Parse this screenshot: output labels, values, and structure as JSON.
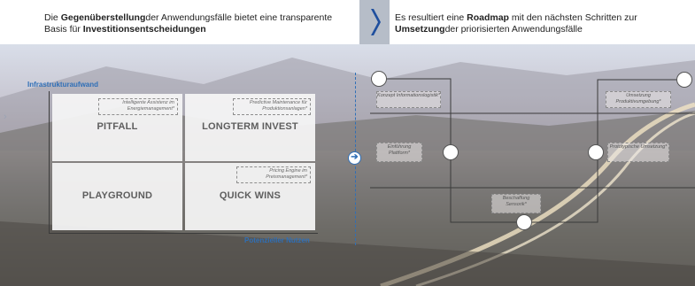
{
  "header": {
    "left": {
      "pre": "Die ",
      "bold1": "Gegenüberstellung",
      "mid": "der Anwendungsfälle bietet eine transparente Basis für ",
      "bold2": "Investitionsentscheidungen"
    },
    "right": {
      "pre": "Es resultiert eine ",
      "bold1": "Roadmap",
      "mid": " mit den nächsten Schritten zur ",
      "bold2": "Umsetzung",
      "post": "der priorisierten Anwendungsfälle"
    }
  },
  "matrix": {
    "y_axis_label": "Infrastrukturaufwand",
    "x_axis_label": "Potenzieller Nutzen",
    "quadrants": {
      "top_left": {
        "label": "PITFALL",
        "use_case": "Intelligente Assistenz im Energiemanagement*"
      },
      "top_right": {
        "label": "LONGTERM INVEST",
        "use_case": "Predictive Maintenance für Produktionsanlagen*"
      },
      "bottom_left": {
        "label": "PLAYGROUND"
      },
      "bottom_right": {
        "label": "QUICK WINS",
        "use_case": "Pricing Engine im Preismanagement*"
      }
    }
  },
  "roadmap": {
    "steps": {
      "konzept": "Konzept Informationslogistik*",
      "einfuehrung": "Einführung Plattform*",
      "beschaffung": "Beschaffung Sensorik*",
      "prototypische": "Prototypische Umsetzung*",
      "umsetzung": "Umsetzung Produktivumgebung*"
    }
  },
  "colors": {
    "accent_blue": "#2f6fb7",
    "chevron_blue": "#1f4f9e",
    "header_chevron_bg": "#b6bdc8"
  },
  "icons": {
    "divider_arrow": "arrow-right-circle-icon",
    "header_chevron": "chevron-right-icon"
  }
}
